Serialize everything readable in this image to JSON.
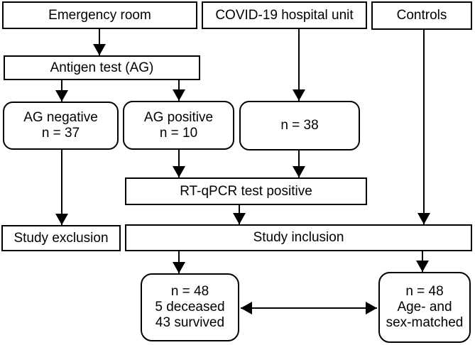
{
  "figure": {
    "type": "flow-diagram",
    "description": "COVID-19 study enrollment flowchart",
    "colors": {
      "line": "#000000",
      "box_border": "#000000",
      "box_fill": "#ffffff",
      "text": "#000000",
      "background": "#ffffff"
    },
    "boxes": {
      "emergency_room": {
        "label": "Emergency room"
      },
      "covid_hospital_unit": {
        "label": "COVID-19 hospital unit"
      },
      "controls": {
        "label": "Controls"
      },
      "antigen_test": {
        "label": "Antigen test (AG)"
      },
      "ag_negative": {
        "lines": [
          "AG negative",
          "n = 37"
        ]
      },
      "ag_positive": {
        "lines": [
          "AG positive",
          "n = 10"
        ]
      },
      "hospital_unit_n": {
        "lines": [
          "n = 38"
        ]
      },
      "rt_qpcr_positive": {
        "label": "RT-qPCR test positive"
      },
      "study_exclusion": {
        "label": "Study exclusion"
      },
      "study_inclusion": {
        "label": "Study inclusion"
      },
      "er_covid_cohort": {
        "lines": [
          "n = 48",
          "5 deceased",
          "43 survived"
        ]
      },
      "control_cohort": {
        "lines": [
          "n = 48",
          "Age- and",
          "sex-matched"
        ]
      }
    },
    "edges": [
      {
        "from": "emergency_room",
        "to": "antigen_test"
      },
      {
        "from": "antigen_test",
        "to": "ag_negative"
      },
      {
        "from": "antigen_test",
        "to": "ag_positive"
      },
      {
        "from": "covid_hospital_unit",
        "to": "hospital_unit_n"
      },
      {
        "from": "ag_positive",
        "to": "rt_qpcr_positive"
      },
      {
        "from": "hospital_unit_n",
        "to": "rt_qpcr_positive"
      },
      {
        "from": "rt_qpcr_positive",
        "to": "study_inclusion"
      },
      {
        "from": "ag_negative",
        "to": "study_exclusion"
      },
      {
        "from": "controls",
        "to": "study_inclusion"
      },
      {
        "from": "study_inclusion",
        "to": "er_covid_cohort"
      },
      {
        "from": "study_inclusion",
        "to": "control_cohort"
      },
      {
        "from": "er_covid_cohort",
        "to": "control_cohort",
        "bidirectional": true
      }
    ]
  }
}
